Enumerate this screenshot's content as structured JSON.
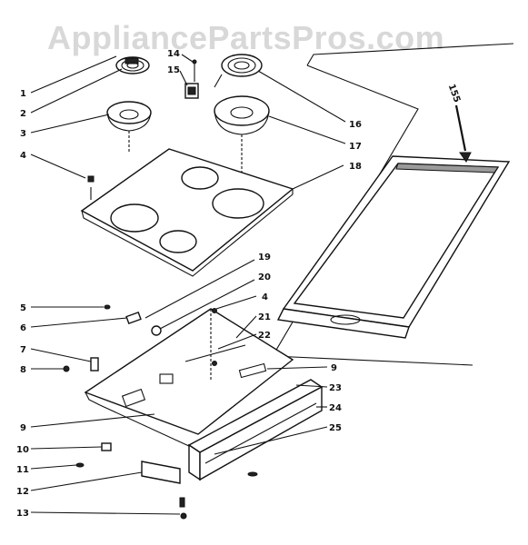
{
  "watermark": "AppliancePartsPros.com",
  "callouts": {
    "c1": "1",
    "c2": "2",
    "c3": "3",
    "c4a": "4",
    "c5": "5",
    "c6": "6",
    "c7": "7",
    "c8": "8",
    "c9a": "9",
    "c10": "10",
    "c11": "11",
    "c12": "12",
    "c13": "13",
    "c14": "14",
    "c15": "15",
    "c16": "16",
    "c17": "17",
    "c18": "18",
    "c19": "19",
    "c20": "20",
    "c4b": "4",
    "c21": "21",
    "c22": "22",
    "c9b": "9",
    "c23": "23",
    "c24": "24",
    "c25": "25",
    "c155": "155"
  }
}
